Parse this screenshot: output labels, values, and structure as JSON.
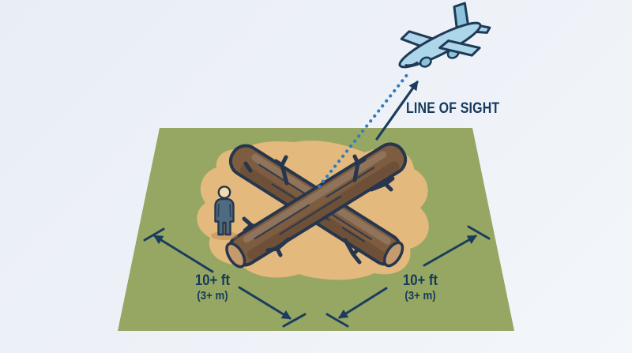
{
  "scene": {
    "description": "Ground-to-air distress signal diagram: large X made of crossed logs in a clearing, person for scale, line of sight to a search airplane",
    "labels": {
      "line_of_sight": "LINE OF SIGHT",
      "dimension_left": {
        "feet": "10+ ft",
        "meters": "(3+ m)"
      },
      "dimension_right": {
        "feet": "10+ ft",
        "meters": "(3+ m)"
      }
    },
    "icons": {
      "airplane": "airplane-icon",
      "person": "person-icon",
      "signal": "crossed-logs-x-signal",
      "sight_line": "dotted-sight-line",
      "sight_arrow": "line-of-sight-arrow",
      "dimensions": "double-headed-dimension-arrows"
    },
    "colors": {
      "background": "#edf1f7",
      "field_green": "#95a762",
      "clearing_tan": "#e3b97d",
      "log_brown": "#7d5c3f",
      "log_end_tan": "#c59a6c",
      "outline_navy": "#27364d",
      "text_navy": "#16395c",
      "sight_dotted_blue": "#2e7cc3",
      "plane_blue": "#aed6ea",
      "plane_accent_blue": "#8cc3dc",
      "person_body": "#4f6b82",
      "person_head": "#f2ddb0"
    }
  }
}
